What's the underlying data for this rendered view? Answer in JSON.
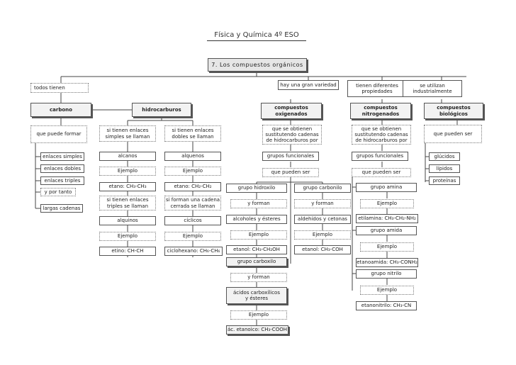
{
  "title": "Física y Química 4º ESO",
  "header": "7. Los compuestos orgánicos",
  "nodes": {
    "todos_tienen": "todos tienen",
    "carbono": "carbono",
    "que_puede_formar": "que puede formar",
    "enlaces_simples": "enlaces simples",
    "enlaces_dobles": "enlaces dobles",
    "enlaces_triples": "enlaces triples",
    "y_por_tanto": "y por tanto",
    "largas_cadenas": "largas cadenas",
    "hidrocarburos": "hidrocarburos",
    "si_tienen_simples": "si tienen enlaces\nsimples se llaman",
    "si_tienen_dobles": "si tienen enlaces\ndobles se llaman",
    "alcanos": "alcanos",
    "alquenos": "alquenos",
    "ejemplo_alcanos": "Ejemplo",
    "ejemplo_alquenos": "Ejemplo",
    "etano1": "etano: CH₃-CH₃",
    "etano2": "etano: CH₂-CH₂",
    "si_tienen_triples": "si tienen enlaces\ntriples se llaman",
    "si_forman_cadena": "si forman una cadena\ncerrada se llaman",
    "alquinos": "alquinos",
    "ciclicos": "cíclicos",
    "ejemplo_alquinos": "Ejemplo",
    "ejemplo_ciclicos": "Ejemplo",
    "etino": "etino: CH-CH",
    "ciclohexano": "ciclohexano: CH₆-CH₆",
    "hay_variedad": "hay una gran variedad",
    "compuestos_oxigenados": "compuestos\noxigenados",
    "que_se_obtienen_1": "que se obtienen\nsustitutendo cadenas\nde hidrocarburos por",
    "grupos_funcionales_1": "grupos funcionales",
    "que_pueden_ser_1": "que pueden ser",
    "grupo_hidroxilo": "grupo hidroxilo",
    "grupo_carbonilo": "grupo carbonilo",
    "y_forman_1": "y forman",
    "y_forman_2": "y forman",
    "alcoholes": "alcoholes y ésteres",
    "aldehidos": "aldehídos y cetonas",
    "ejemplo_alcoholes": "Ejemplo",
    "ejemplo_aldehidos": "Ejemplo",
    "etanol": "etanol: CH₃-CH₂OH",
    "etanol2": "etanol: CH₃-COH",
    "grupo_carboxilo": "grupo carboxilo",
    "y_forman_3": "y forman",
    "acidos": "ácidos carboxílicos\ny ésteres",
    "ejemplo_acidos": "Ejemplo",
    "ac_etanoico": "ác. etanoico: CH₃-COOH",
    "tienen_diferentes": "tienen diferentes\npropiedades",
    "compuestos_nitrogenados": "compuestos\nnitrogenados",
    "que_se_obtienen_2": "que se obtienen\nsustitutendo cadenas\nde hidrocarburos por",
    "grupos_funcionales_2": "grupos funcionales",
    "que_pueden_ser_2": "que pueden ser",
    "grupo_amina": "grupo amina",
    "ejemplo_amina": "Ejemplo",
    "etilamina": "etilamina: CH₃-CH₂-NH₂",
    "grupo_amida": "grupo amida",
    "ejemplo_amida": "Ejemplo",
    "etanoamida": "etanoamida: CH₃-CONH₂",
    "grupo_nitrilo": "grupo nitrilo",
    "ejemplo_nitrilo": "Ejemplo",
    "etanonitrilo": "etanonitrilo: CH₃-CN",
    "se_utilizan": "se utilizan\nindustrialmente",
    "compuestos_biologicos": "compuestos\nbiológicos",
    "que_pueden_ser_3": "que pueden ser",
    "glucidos": "glúcidos",
    "lipidos": "lípidos",
    "proteinas": "proteínas"
  }
}
